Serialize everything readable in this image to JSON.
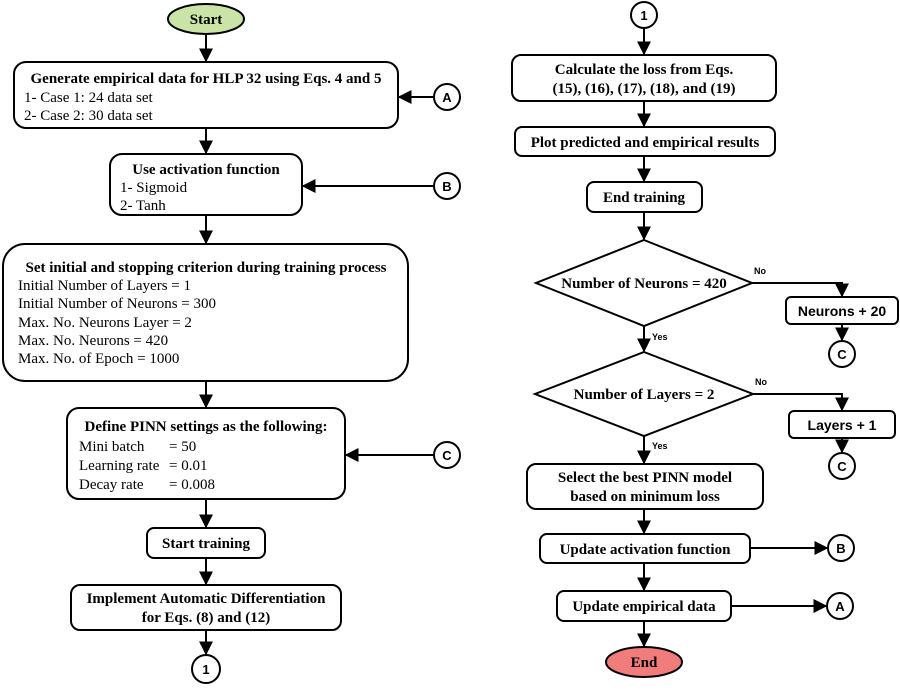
{
  "colors": {
    "start_fill": "#c9e4a6",
    "end_fill": "#f07c7c",
    "stroke": "#000000"
  },
  "left": {
    "start": "Start",
    "generate": {
      "title": "Generate empirical data for HLP 32 using Eqs. 4 and 5",
      "lines": [
        "1- Case 1: 24 data set",
        "2- Case 2: 30 data set"
      ]
    },
    "activation": {
      "title": "Use activation function",
      "lines": [
        "1- Sigmoid",
        "2- Tanh"
      ]
    },
    "criterion": {
      "title": "Set initial and stopping criterion during training process",
      "lines": [
        "Initial Number of Layers = 1",
        "Initial Number of Neurons = 300",
        "Max. No. Neurons Layer = 2",
        "Max. No. Neurons = 420",
        "Max. No. of Epoch = 1000"
      ]
    },
    "pinn": {
      "title": "Define PINN settings as the following:",
      "rows": [
        {
          "label": "Mini batch",
          "value": "= 50"
        },
        {
          "label": "Learning rate",
          "value": "= 0.01"
        },
        {
          "label": "Decay rate",
          "value": "= 0.008"
        }
      ]
    },
    "start_training": "Start training",
    "autodiff": {
      "line1": "Implement Automatic Differentiation",
      "line2": "for Eqs. (8) and (12)"
    },
    "connector_out": "1"
  },
  "right": {
    "connector_in": "1",
    "loss": {
      "line1": "Calculate the loss from Eqs.",
      "line2": "(15), (16), (17), (18), and (19)"
    },
    "plot": "Plot predicted and empirical results",
    "end_training": "End training",
    "neurons_decision": "Number of Neurons = 420",
    "neurons_no": "No",
    "neurons_yes": "Yes",
    "neurons_plus": "Neurons + 20",
    "layers_decision": "Number of Layers = 2",
    "layers_no": "No",
    "layers_yes": "Yes",
    "layers_plus": "Layers + 1",
    "select_best": {
      "line1": "Select the best PINN model",
      "line2": "based on minimum loss"
    },
    "update_activation": "Update activation function",
    "update_data": "Update empirical data",
    "end": "End"
  },
  "connectors": {
    "a": "A",
    "b": "B",
    "c": "C"
  }
}
